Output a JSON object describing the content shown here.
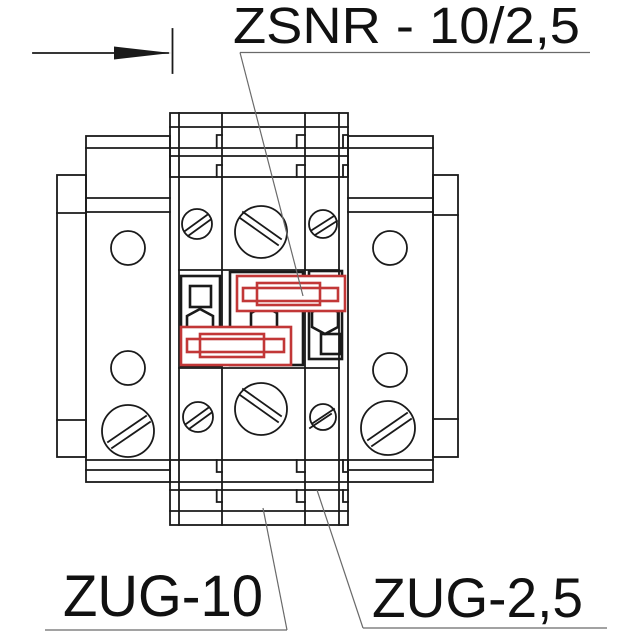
{
  "drawing": {
    "title_label": "ZSNR - 10/2,5",
    "bottom_left_label": "ZUG-10",
    "bottom_right_label": "ZUG-2,5"
  },
  "colors": {
    "background": "#ffffff",
    "line": "#1a1a1a",
    "highlight": "#c23737",
    "leader": "#6a6a6a"
  },
  "icons": {
    "direction_arrow": "filled-right-pointing-datum-arrow"
  }
}
